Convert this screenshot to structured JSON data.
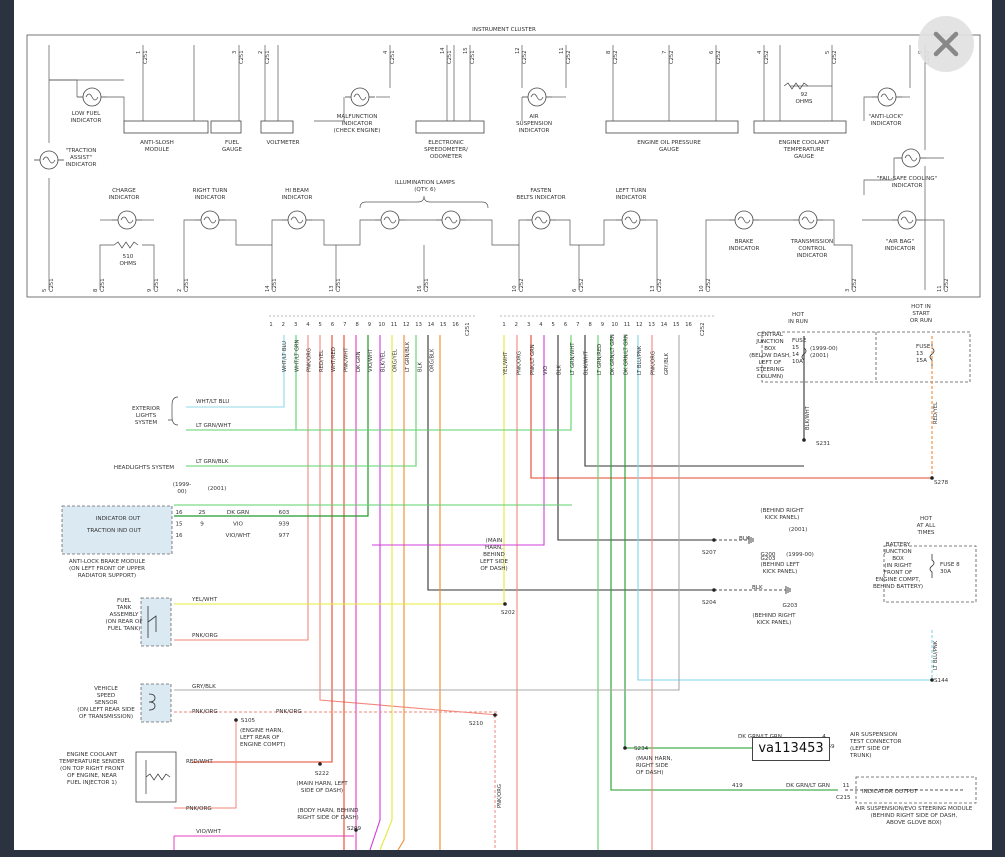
{
  "diagram": {
    "title": "INSTRUMENT CLUSTER",
    "top_components": [
      {
        "label": "LOW FUEL\nINDICATOR"
      },
      {
        "label": "\"TRACTION\nASSIST\"\nINDICATOR"
      },
      {
        "label": "ANTI-SLOSH\nMODULE"
      },
      {
        "label": "FUEL\nGAUGE"
      },
      {
        "label": "VOLTMETER"
      },
      {
        "label": "MALFUNCTION\nINDICATOR\n(CHECK ENGINE)"
      },
      {
        "label": "ELECTRONIC\nSPEEDOMETER/\nODOMETER"
      },
      {
        "label": "AIR\nSUSPENSION\nINDICATOR"
      },
      {
        "label": "ENGINE OIL PRESSURE\nGAUGE"
      },
      {
        "label": "ENGINE COOLANT\nTEMPERATURE\nGAUGE"
      },
      {
        "label": "\"ANTI-LOCK\"\nINDICATOR"
      },
      {
        "label": "\"FAIL-SAFE COOLING\"\nINDICATOR"
      },
      {
        "label": "CHARGE\nINDICATOR"
      },
      {
        "label": "RIGHT TURN\nINDICATOR"
      },
      {
        "label": "HI BEAM\nINDICATOR"
      },
      {
        "label": "ILLUMINATION LAMPS\n(QTY. 6)"
      },
      {
        "label": "FASTEN\nBELTS INDICATOR"
      },
      {
        "label": "LEFT TURN\nINDICATOR"
      },
      {
        "label": "BRAKE\nINDICATOR"
      },
      {
        "label": "TRANSMISSION\nCONTROL\nINDICATOR"
      },
      {
        "label": "\"AIR BAG\"\nINDICATOR"
      }
    ],
    "resistors": [
      "92\nOHMS",
      "510\nOHMS"
    ],
    "left_connector_wires": [
      "WHT/LT BLU",
      "WHT/LT GRN",
      "PNK/ORG",
      "RED/YEL",
      "WHT/RED",
      "PNK/WHT",
      "DK GRN",
      "VIO/WHT",
      "BLK/YEL",
      "ORG/YEL",
      "LT GRN/BLK",
      "BLK",
      "ORG/BLK"
    ],
    "left_connector_id": "C251",
    "right_connector_wires": [
      "YEL/WHT",
      "PNK/ORG",
      "PNK/LT GRN",
      "VIO",
      "BLK",
      "LT GRN/WHT",
      "BLK/WHT",
      "LT GRN/RED",
      "DK GRN/LT GRN",
      "DK GRN/LT GRN",
      "LT BLU/PNK",
      "PNK/ORG",
      "GRY/BLK"
    ],
    "right_connector_id": "C252",
    "fuse_blocks": [
      {
        "label": "HOT\nIN RUN",
        "detail": "FUSE\n15\n14\n10A",
        "years": "(1999-00)\n(2001)"
      },
      {
        "label": "HOT IN\nSTART\nOR RUN",
        "detail": "FUSE\n13\n15A"
      },
      {
        "label": "HOT\nAT ALL\nTIMES",
        "detail": "FUSE 8\n30A"
      }
    ],
    "junction_box_central": "CENTRAL\nJUNCTION\nBOX\n(BELOW DASH,\nLEFT OF\nSTEERING\nCOLUMN)",
    "junction_box_battery": "BATTERY\nJUNCTION\nBOX\n(IN RIGHT\nFRONT OF\nENGINE COMPT,\nBEHIND BATTERY)",
    "left_modules": [
      {
        "label": "EXTERIOR\nLIGHTS\nSYSTEM"
      },
      {
        "label": "HEADLIGHTS SYSTEM"
      },
      {
        "label": "ANTI-LOCK BRAKE MODULE\n(ON LEFT FRONT OF UPPER\nRADIATOR SUPPORT)"
      },
      {
        "label": "FUEL\nTANK\nASSEMBLY\n(ON REAR OF\nFUEL TANK)"
      },
      {
        "label": "VEHICLE\nSPEED\nSENSOR\n(ON LEFT REAR SIDE\nOF TRANSMISSION)"
      },
      {
        "label": "ENGINE COOLANT\nTEMPERATURE SENDER\n(ON TOP RIGHT FRONT\nOF ENGINE, NEAR\nFUEL INJECTOR 1)"
      }
    ],
    "abs_outputs": [
      "INDICATOR OUT",
      "TRACTION IND OUT"
    ],
    "abs_years": [
      "(1999-\n00)",
      "(2001)"
    ],
    "abs_rows": [
      {
        "a": "16",
        "b": "25",
        "color": "DK GRN",
        "circuit": "603"
      },
      {
        "a": "15",
        "b": "9",
        "color": "VIO",
        "circuit": "939"
      },
      {
        "a": "16",
        "b": "",
        "color": "VIO/WHT",
        "circuit": "977"
      }
    ],
    "splices": [
      "S231",
      "S278",
      "S207",
      "S204",
      "S144",
      "S202",
      "S210",
      "S105",
      "S222",
      "S209",
      "S234"
    ],
    "grounds": [
      {
        "id": "G200",
        "note": "(BEHIND RIGHT\nKICK PANEL)",
        "year": "(2001)"
      },
      {
        "id": "G203",
        "note": "(BEHIND LEFT\nKICK PANEL)",
        "year": "(1999-00)"
      },
      {
        "id": "G203",
        "note": "(BEHIND RIGHT\nKICK PANEL)",
        "year": ""
      }
    ],
    "splice_notes": [
      "(MAIN\nHARN,\nBEHIND\nLEFT SIDE\nOF DASH)",
      "(ENGINE HARN,\nLEFT REAR OF\nENGINE COMPT)",
      "(MAIN HARN, LEFT\nSIDE OF DASH)",
      "(BODY HARN, BEHIND\nRIGHT SIDE OF DASH)",
      "(MAIN HARN,\nRIGHT SIDE\nOF DASH)"
    ],
    "right_modules": [
      {
        "label": "AIR SUSPENSION\nTEST CONNECTOR\n(LEFT SIDE OF\nTRUNK)",
        "connector": "C459",
        "pin": "4",
        "wire": "DK GRN/LT GRN"
      },
      {
        "label": "INDICATOR OUTPUT",
        "connector": "C215",
        "pin": "11",
        "wire": "DK GRN/LT GRN",
        "circuit": "419"
      },
      {
        "label": "AIR SUSPENSION/EVO STEERING MODULE\n(BEHIND RIGHT SIDE OF DASH,\nABOVE GLOVE BOX)"
      }
    ],
    "misc_labels": {
      "wht_lt_blu": "WHT/LT BLU",
      "lt_grn_wht": "LT GRN/WHT",
      "lt_grn_blk": "LT GRN/BLK",
      "dk_grn": "DK GRN",
      "vio": "VIO",
      "vio_wht": "VIO/WHT",
      "yel_wht": "YEL/WHT",
      "pnk_org": "PNK/ORG",
      "gry_blk": "GRY/BLK",
      "red_wht": "RED/WHT",
      "blk_wht": "BLK/WHT",
      "red_yel": "RED/YEL",
      "lt_blu_pnk": "LT BLU/PNK",
      "blk": "BLK"
    },
    "image_tag": "va113453"
  },
  "colors": {
    "wht_lt_blu": "#8fd8ea",
    "lt_grn": "#5dd16a",
    "dk_grn": "#1f9a2a",
    "pnk_org": "#f2877a",
    "red": "#e8452a",
    "org": "#f08a30",
    "vio": "#cf3ddb",
    "yel": "#e8e83a",
    "blk": "#333333",
    "gry": "#a8a8a8",
    "lt_blu": "#7fd4ea",
    "mag": "#e83cbb"
  },
  "ui": {
    "close_icon": "close-icon"
  }
}
